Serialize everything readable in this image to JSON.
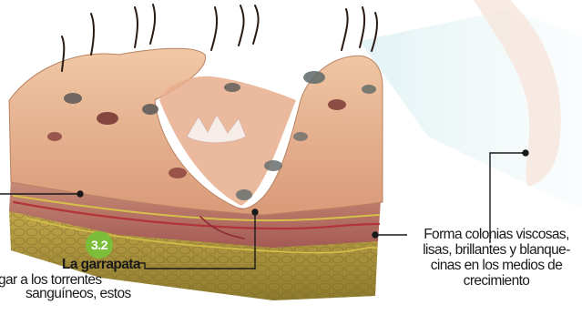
{
  "step_badge": "3.2",
  "callout_left": {
    "title": "La garrapata",
    "lines": [
      "gar a los torrentes",
      "sanguíneos, estos"
    ]
  },
  "callout_right": {
    "lines": [
      "Forma colonias viscosas,",
      "lisas, brillantes y blanque-",
      "cinas en los medios de",
      "crecimiento"
    ]
  },
  "colors": {
    "badge": "#7cbe3a",
    "leader_line": "#1a1a1a",
    "skin_surface": "#e6b48e",
    "fat_layer": "#b59a3e"
  }
}
